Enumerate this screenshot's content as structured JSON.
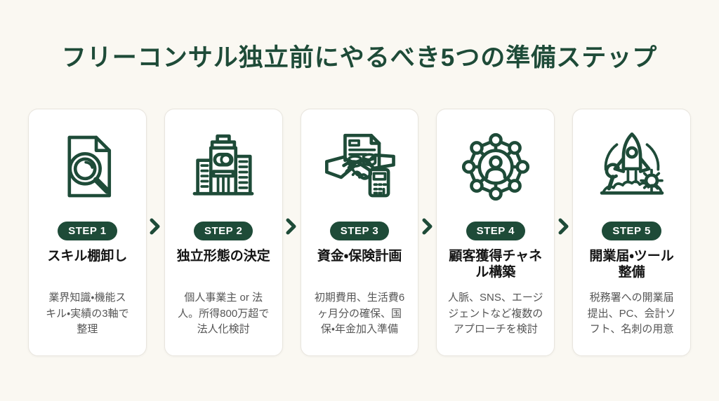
{
  "page": {
    "title": "フリーコンサル独立前にやるべき5つの準備ステップ",
    "background_color": "#FAF8F2",
    "accent_color": "#1E4B38",
    "card_background": "#FFFFFF",
    "card_border_color": "#E8E5DE",
    "title_text_color": "#1E4B38",
    "body_text_color": "#565656"
  },
  "steps": [
    {
      "badge": "STEP 1",
      "icon": "document-magnifier-icon",
      "title": "スキル棚卸し",
      "description": "業界知識・機能ス\nキル・実績の3軸で\n整理"
    },
    {
      "badge": "STEP 2",
      "icon": "office-building-icon",
      "title": "独立形態の決定",
      "description": "個人事業主 or 法\n人。所得800万超で\n法人化検討"
    },
    {
      "badge": "STEP 3",
      "icon": "handshake-finance-icon",
      "title": "資金・保険計画",
      "description": "初期費用、生活費6\nヶ月分の確保、国\n保・年金加入準備"
    },
    {
      "badge": "STEP 4",
      "icon": "network-people-icon",
      "title": "顧客獲得チャネ\nル構築",
      "description": "人脈、SNS、エージ\nジェントなど複数の\nアプローチを検討"
    },
    {
      "badge": "STEP 5",
      "icon": "rocket-launch-icon",
      "title": "開業届・ツール\n整備",
      "description": "税務署への開業届\n提出、PC、会計ソ\nフト、名刺の用意"
    }
  ],
  "connector": {
    "icon": "chevron-right-icon"
  }
}
